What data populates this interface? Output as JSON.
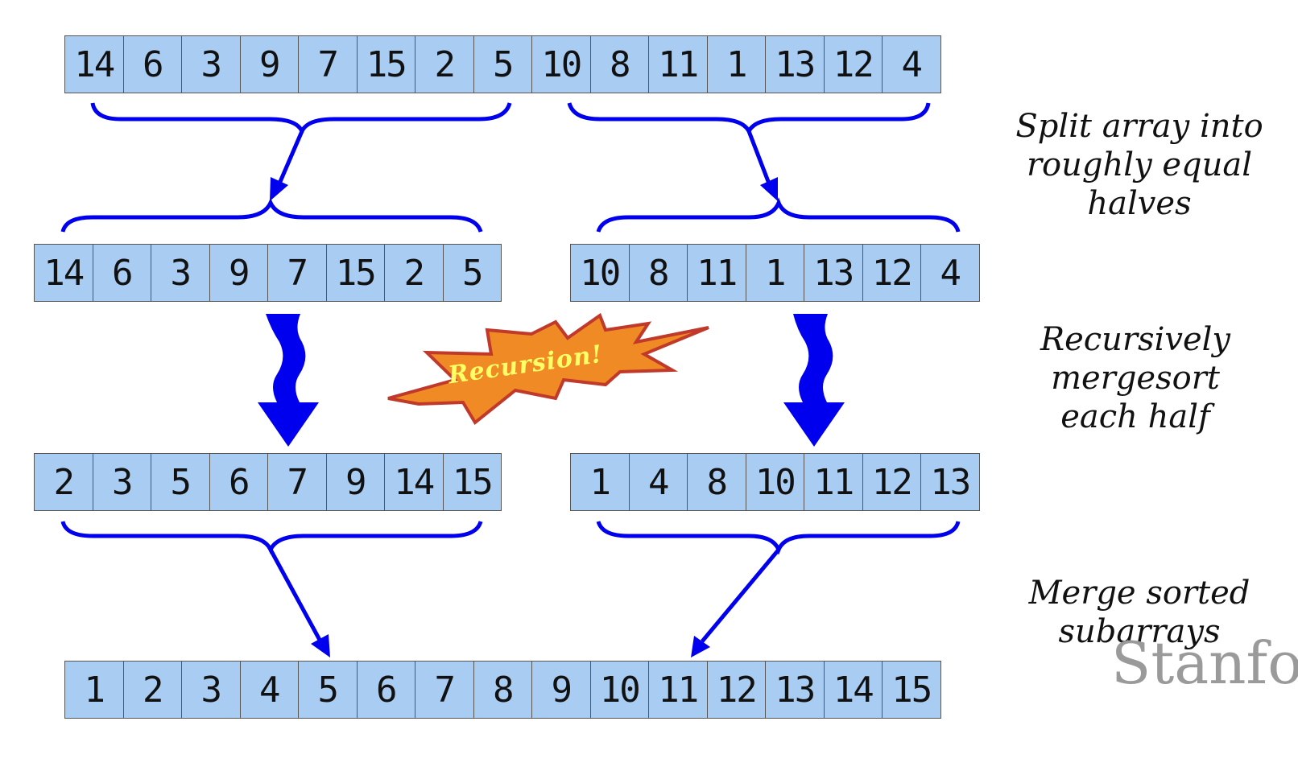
{
  "rows": {
    "original": [
      "14",
      "6",
      "3",
      "9",
      "7",
      "15",
      "2",
      "5",
      "10",
      "8",
      "11",
      "1",
      "13",
      "12",
      "4"
    ],
    "left_half": [
      "14",
      "6",
      "3",
      "9",
      "7",
      "15",
      "2",
      "5"
    ],
    "right_half": [
      "10",
      "8",
      "11",
      "1",
      "13",
      "12",
      "4"
    ],
    "left_sorted": [
      "2",
      "3",
      "5",
      "6",
      "7",
      "9",
      "14",
      "15"
    ],
    "right_sorted": [
      "1",
      "4",
      "8",
      "10",
      "11",
      "12",
      "13"
    ],
    "merged": [
      "1",
      "2",
      "3",
      "4",
      "5",
      "6",
      "7",
      "8",
      "9",
      "10",
      "11",
      "12",
      "13",
      "14",
      "15"
    ]
  },
  "captions": {
    "split": [
      "Split array into",
      "roughly equal",
      "halves"
    ],
    "recurse": [
      "Recursively",
      "mergesort",
      "each half"
    ],
    "merge": [
      "Merge sorted",
      "subarrays"
    ]
  },
  "burst_label": "Recursion!",
  "watermark": "Stanfo",
  "colors": {
    "cell_fill": "#a9ccf2",
    "arrow": "#0000ee",
    "burst_fill": "#f08a24",
    "burst_stroke": "#c0392b",
    "burst_text": "#ffff66"
  }
}
